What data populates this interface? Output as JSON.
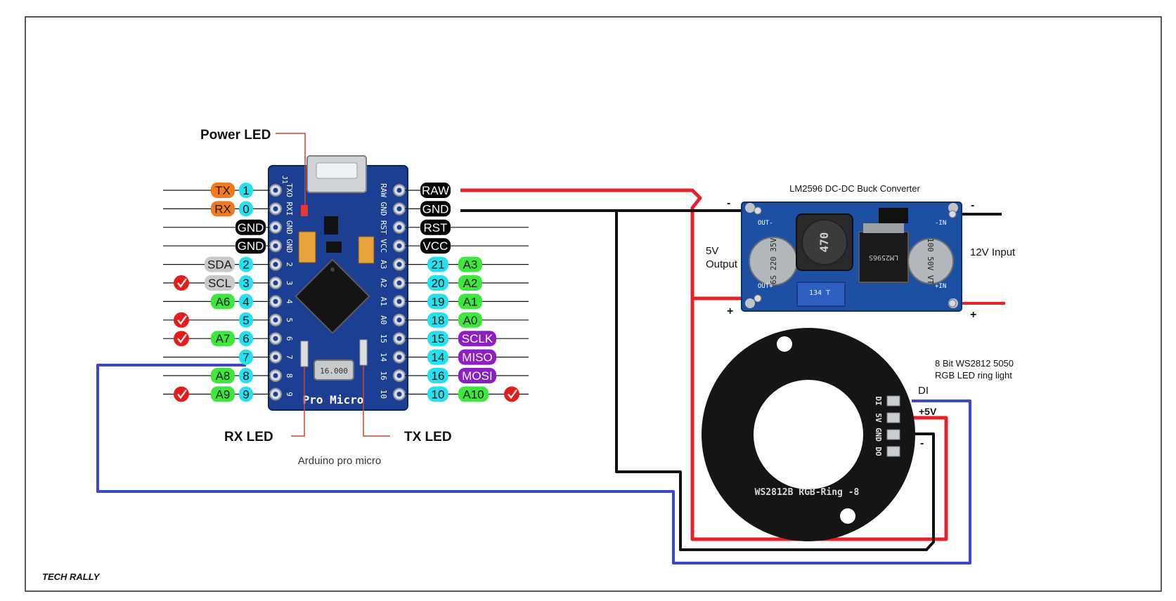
{
  "colors": {
    "wire_red": "#e8202a",
    "wire_black": "#111111",
    "wire_blue": "#3c46c8",
    "arduino_pcb": "#1c3f93",
    "buck_pcb": "#1d4fa3",
    "ring_pcb": "#151515",
    "tag_tx_rx": "#f07a20",
    "tag_gray": "#c9c9c9",
    "tag_cyan": "#27e0ee",
    "tag_green": "#3ee63e",
    "tag_purple": "#8d1fc2",
    "tag_black": "#000000",
    "check_red": "#e41c1c"
  },
  "labels": {
    "power_led": "Power LED",
    "rx_led": "RX  LED",
    "tx_led": "TX  LED",
    "arduino_caption": "Arduino pro micro",
    "buck_title": "LM2596 DC-DC Buck Converter",
    "output_5v_line1": "5V",
    "output_5v_line2": "Output",
    "input_12v": "12V Input",
    "ring_title_line1": "8 Bit WS2812 5050",
    "ring_title_line2": "RGB LED ring light",
    "ring_di": "DI",
    "ring_plus5v": "+5V",
    "minus_sign": "-",
    "plus_sign": "+",
    "brand": "TECH RALLY"
  },
  "arduino": {
    "board_text": "Pro Micro",
    "chip_text": "16.000",
    "left_pads": [
      "TXO",
      "RXI",
      "GND",
      "GND",
      "2",
      "3",
      "4",
      "5",
      "6",
      "7",
      "8",
      "9"
    ],
    "right_pads": [
      "RAW",
      "GND",
      "RST",
      "VCC",
      "A3",
      "A2",
      "A1",
      "A0",
      "15",
      "14",
      "16",
      "10"
    ],
    "corner_j1": "J1"
  },
  "left_pins": [
    {
      "num": "1",
      "tag": "TX",
      "tag_kind": "orange",
      "check": false
    },
    {
      "num": "0",
      "tag": "RX",
      "tag_kind": "orange",
      "check": false
    },
    {
      "num": "",
      "tag": "GND",
      "tag_kind": "black",
      "check": false
    },
    {
      "num": "",
      "tag": "GND",
      "tag_kind": "black",
      "check": false
    },
    {
      "num": "2",
      "tag": "SDA",
      "tag_kind": "gray",
      "check": false
    },
    {
      "num": "3",
      "tag": "SCL",
      "tag_kind": "gray",
      "check": true
    },
    {
      "num": "4",
      "tag": "A6",
      "tag_kind": "green",
      "check": false
    },
    {
      "num": "5",
      "tag": "",
      "tag_kind": "",
      "check": true
    },
    {
      "num": "6",
      "tag": "A7",
      "tag_kind": "green",
      "check": true
    },
    {
      "num": "7",
      "tag": "",
      "tag_kind": "",
      "check": false
    },
    {
      "num": "8",
      "tag": "A8",
      "tag_kind": "green",
      "check": false
    },
    {
      "num": "9",
      "tag": "A9",
      "tag_kind": "green",
      "check": true
    }
  ],
  "right_pins": [
    {
      "num": "",
      "tag": "RAW",
      "tag_kind": "black",
      "check": false
    },
    {
      "num": "",
      "tag": "GND",
      "tag_kind": "black",
      "check": false
    },
    {
      "num": "",
      "tag": "RST",
      "tag_kind": "black",
      "check": false
    },
    {
      "num": "",
      "tag": "VCC",
      "tag_kind": "black",
      "check": false
    },
    {
      "num": "21",
      "tag": "A3",
      "tag_kind": "green",
      "check": false
    },
    {
      "num": "20",
      "tag": "A2",
      "tag_kind": "green",
      "check": false
    },
    {
      "num": "19",
      "tag": "A1",
      "tag_kind": "green",
      "check": false
    },
    {
      "num": "18",
      "tag": "A0",
      "tag_kind": "green",
      "check": false
    },
    {
      "num": "15",
      "tag": "SCLK",
      "tag_kind": "purple",
      "check": false
    },
    {
      "num": "14",
      "tag": "MISO",
      "tag_kind": "purple",
      "check": false
    },
    {
      "num": "16",
      "tag": "MOSI",
      "tag_kind": "purple",
      "check": false
    },
    {
      "num": "10",
      "tag": "A10",
      "tag_kind": "green",
      "check": true
    }
  ],
  "buck": {
    "inductor_text": "470",
    "cap_out_text": "6S 220 35V",
    "cap_in_text": "100 50V VT",
    "ic_text": "LM2596S",
    "pot_text": "134 T",
    "out_minus_pad": "OUT-",
    "out_plus_pad": "OUT+",
    "in_minus_pad": "-IN",
    "in_plus_pad": "+IN"
  },
  "ring": {
    "silk_text": "WS2812B RGB-Ring -8",
    "pads": [
      "DI",
      "5V",
      "GND",
      "DO"
    ]
  }
}
